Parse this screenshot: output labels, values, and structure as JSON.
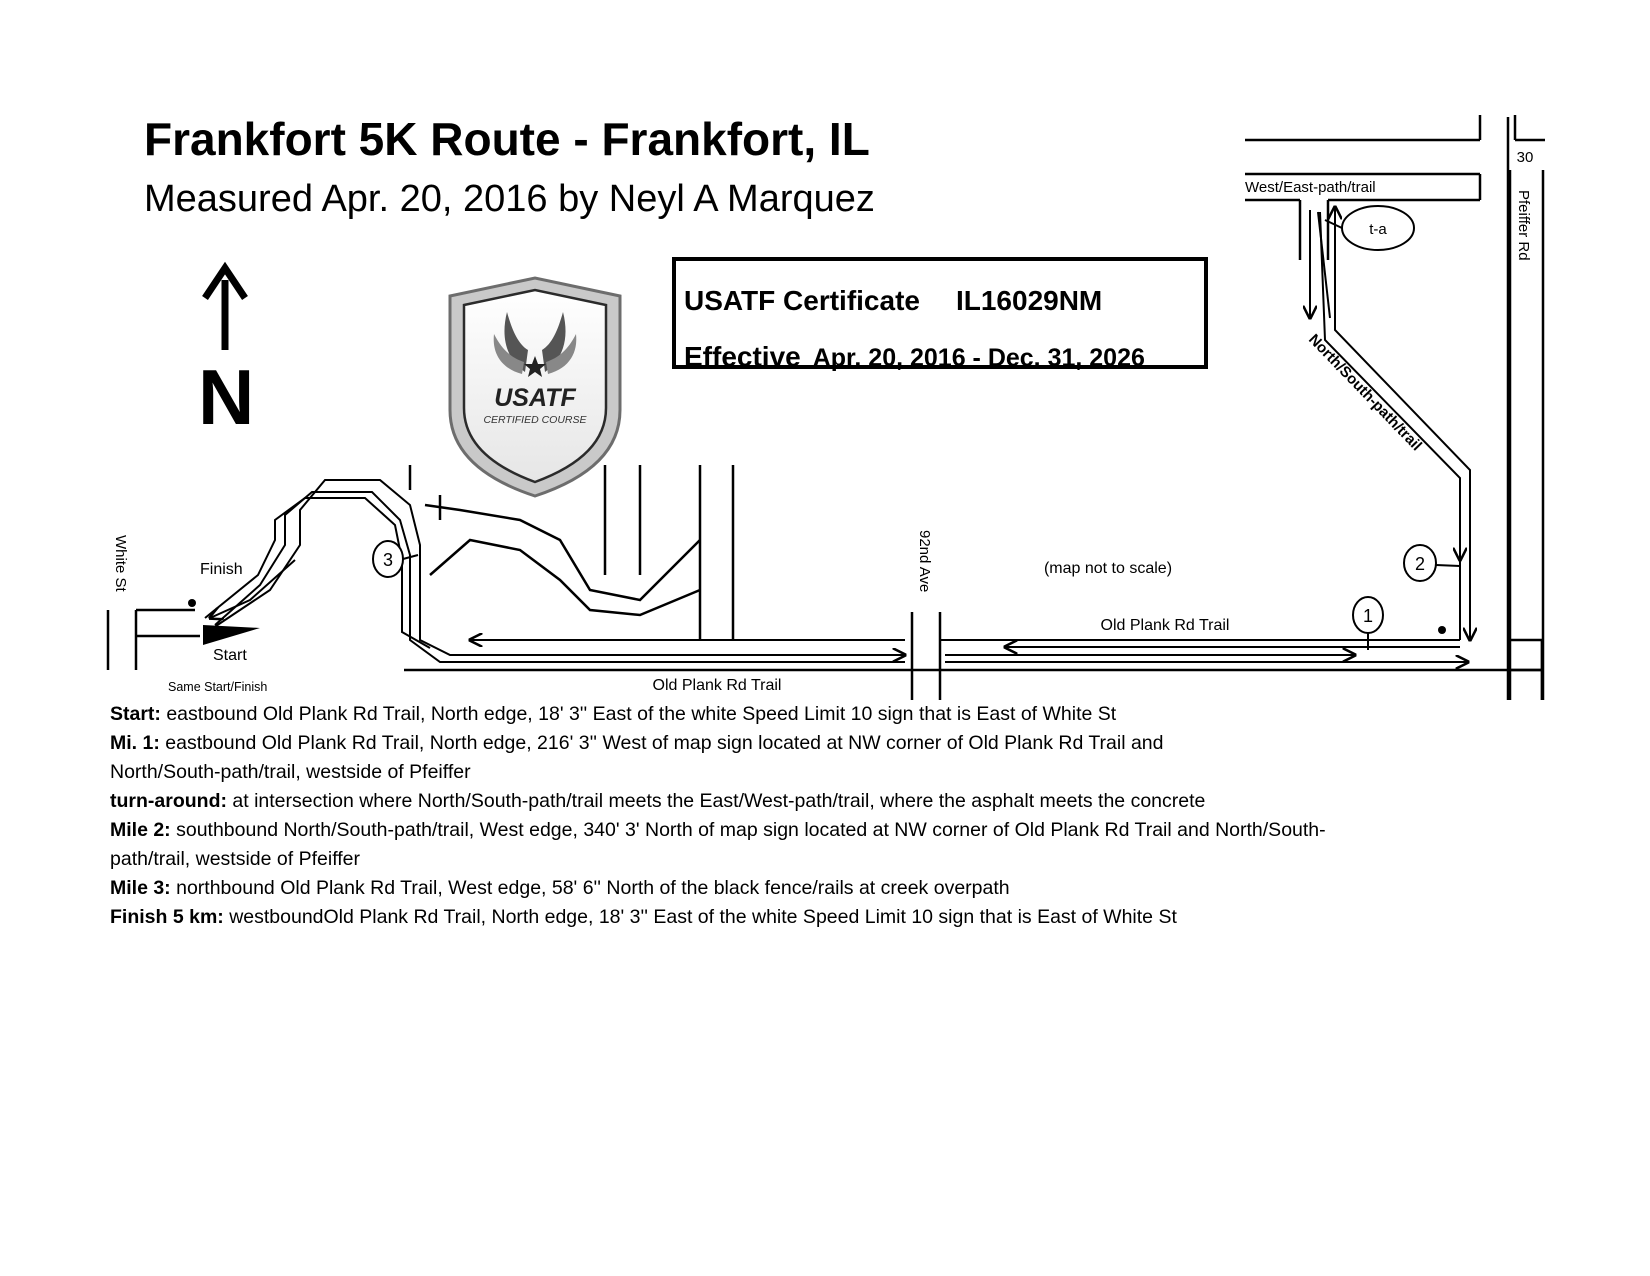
{
  "header": {
    "title": "Frankfort 5K Route - Frankfort, IL",
    "subtitle": "Measured Apr. 20, 2016 by Neyl A Marquez"
  },
  "certificate": {
    "label": "USATF Certificate",
    "number": "IL16029NM",
    "effective_label": "Effective",
    "dates": "Apr. 20, 2016 - Dec. 31, 2026"
  },
  "badge": {
    "brand": "USATF",
    "caption": "CERTIFIED COURSE"
  },
  "compass": {
    "letter": "N"
  },
  "map": {
    "scale_note": "(map not to scale)",
    "streets": {
      "white_st": "White St",
      "ave_92": "92nd Ave",
      "pfeiffer": "Pfeiffer Rd",
      "route_30": "30",
      "old_plank_upper": "Old Plank Rd Trail",
      "old_plank_lower": "Old Plank Rd Trail",
      "west_east_path": "West/East-path/trail",
      "north_south_path": "North/South-path/trail"
    },
    "markers": {
      "finish": "Finish",
      "start": "Start",
      "same_start_finish": "Same Start/Finish",
      "turnaround": "t-a",
      "mile1": "1",
      "mile2": "2",
      "mile3": "3"
    }
  },
  "notes": [
    {
      "label": "Start:",
      "text": " eastbound Old Plank Rd Trail, North edge, 18' 3'' East of the white Speed Limit 10 sign that is East of White St"
    },
    {
      "label": "Mi. 1:",
      "text": " eastbound Old Plank Rd Trail, North edge, 216' 3'' West of map sign located at NW corner of Old Plank Rd Trail and North/South-path/trail, westside of Pfeiffer"
    },
    {
      "label": "turn-around:",
      "text": " at intersection where North/South-path/trail meets the East/West-path/trail, where the asphalt meets the concrete"
    },
    {
      "label": "Mile 2:",
      "text": " southbound North/South-path/trail, West edge, 340' 3' North of map sign located at NW corner of Old Plank Rd Trail and North/South-path/trail, westside of Pfeiffer"
    },
    {
      "label": "Mile 3:",
      "text": " northbound Old Plank Rd Trail, West edge, 58' 6'' North of the black fence/rails at creek overpath"
    },
    {
      "label": "Finish 5 km:",
      "text": " westboundOld Plank Rd Trail, North edge, 18' 3'' East of the white Speed Limit 10 sign that is East of White St"
    }
  ]
}
